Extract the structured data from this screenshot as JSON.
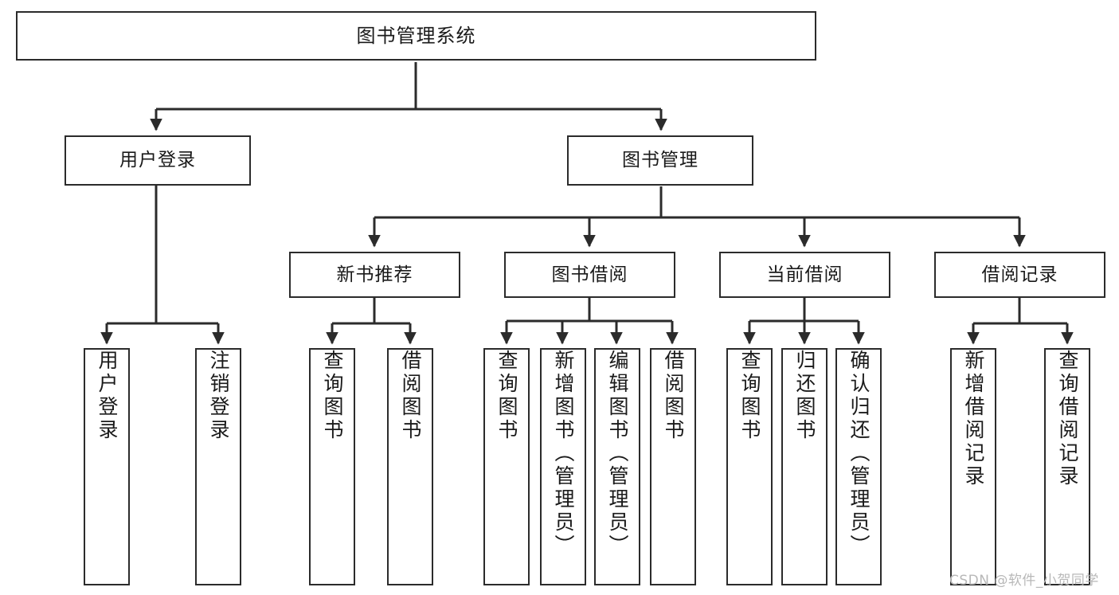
{
  "diagram": {
    "title": "图书管理系统",
    "type": "tree-hierarchy",
    "watermark": "CSDN @软件_小贺同学",
    "colors": {
      "box_border": "#2b2b2b",
      "box_fill": "#ffffff",
      "line": "#2b2b2b",
      "text": "#1a1a1a",
      "watermark": "#b8b8b8",
      "background": "#ffffff"
    },
    "levels": {
      "root": {
        "label": "图书管理系统"
      },
      "level2": [
        {
          "label": "用户登录"
        },
        {
          "label": "图书管理"
        }
      ],
      "level3": [
        {
          "label": "新书推荐"
        },
        {
          "label": "图书借阅"
        },
        {
          "label": "当前借阅"
        },
        {
          "label": "借阅记录"
        }
      ],
      "leaves": {
        "user_login": [
          {
            "label": "用户登录"
          },
          {
            "label": "注销登录"
          }
        ],
        "new_book_recommend": [
          {
            "label": "查询图书"
          },
          {
            "label": "借阅图书"
          }
        ],
        "book_borrow": [
          {
            "label": "查询图书"
          },
          {
            "label": "新增图书（管理员）"
          },
          {
            "label": "编辑图书（管理员）"
          },
          {
            "label": "借阅图书"
          }
        ],
        "current_borrow": [
          {
            "label": "查询图书"
          },
          {
            "label": "归还图书"
          },
          {
            "label": "确认归还（管理员）"
          }
        ],
        "borrow_record": [
          {
            "label": "新增借阅记录"
          },
          {
            "label": "查询借阅记录"
          }
        ]
      }
    }
  }
}
